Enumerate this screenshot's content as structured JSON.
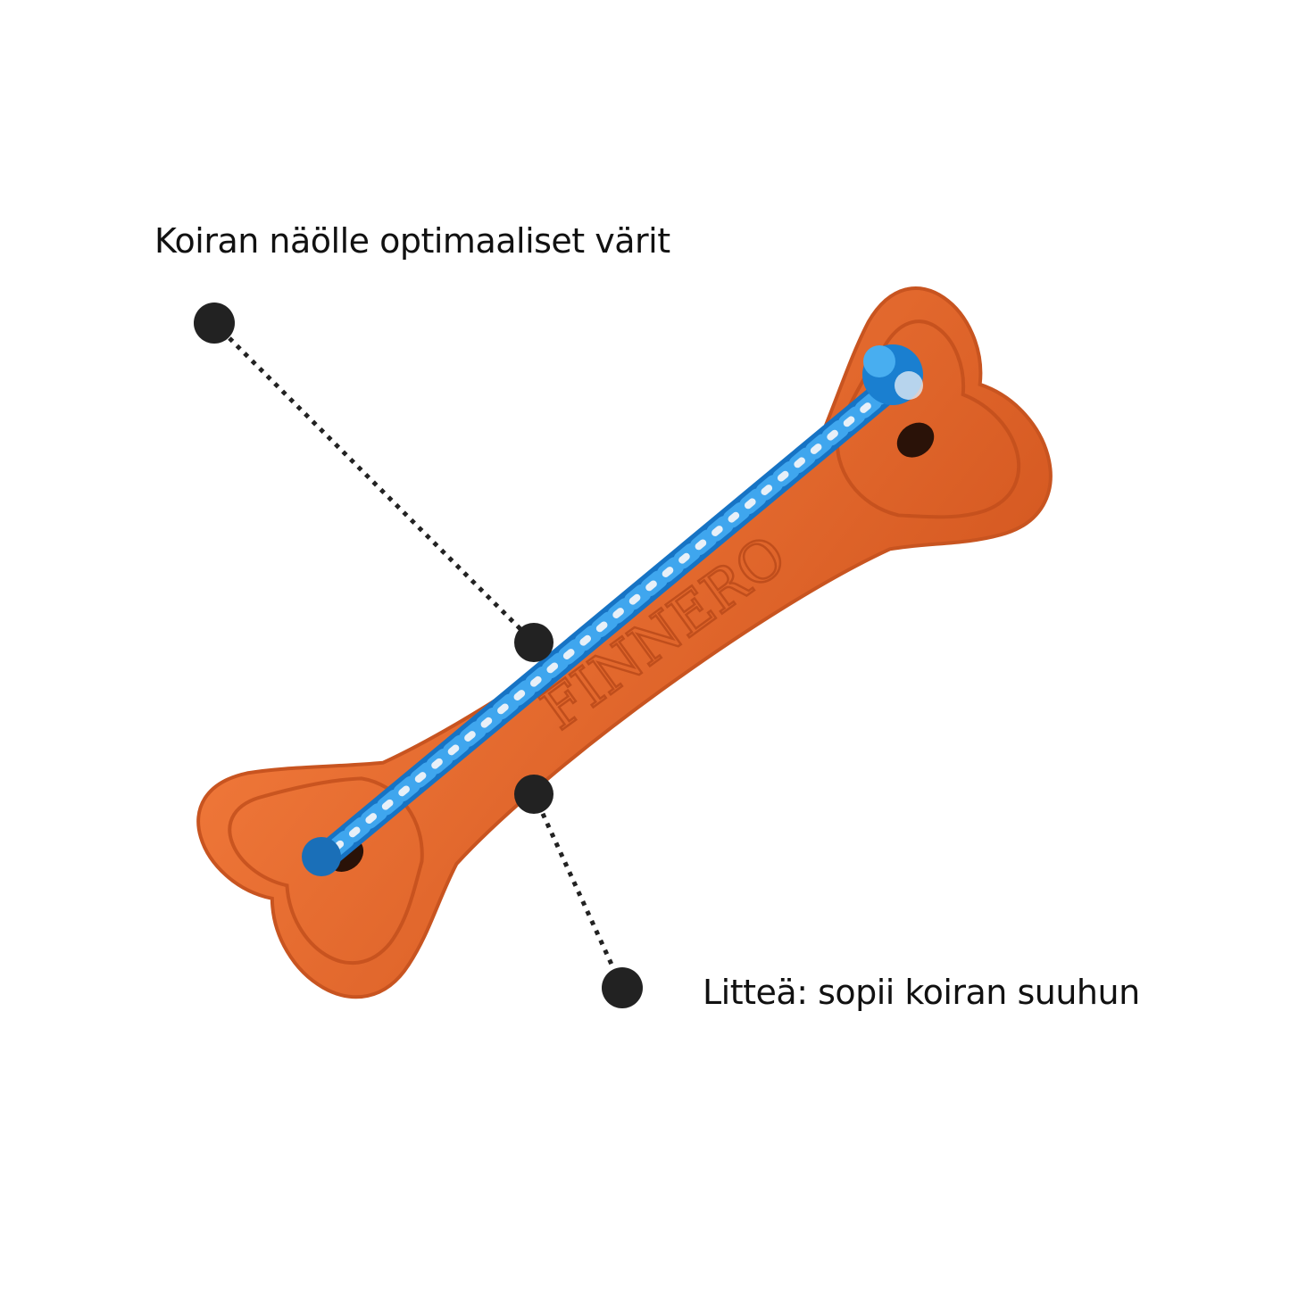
{
  "callouts": {
    "top": "Koiran näölle optimaaliset värit",
    "bottom": "Litteä: sopii koiran suuhun"
  },
  "product": {
    "embossed_brand": "FINNERO",
    "toy_color": "#e0662c",
    "rope_color": "#1e8ad6"
  },
  "icons": [
    "bone-toy-icon",
    "rope-icon",
    "callout-dot-icon"
  ]
}
